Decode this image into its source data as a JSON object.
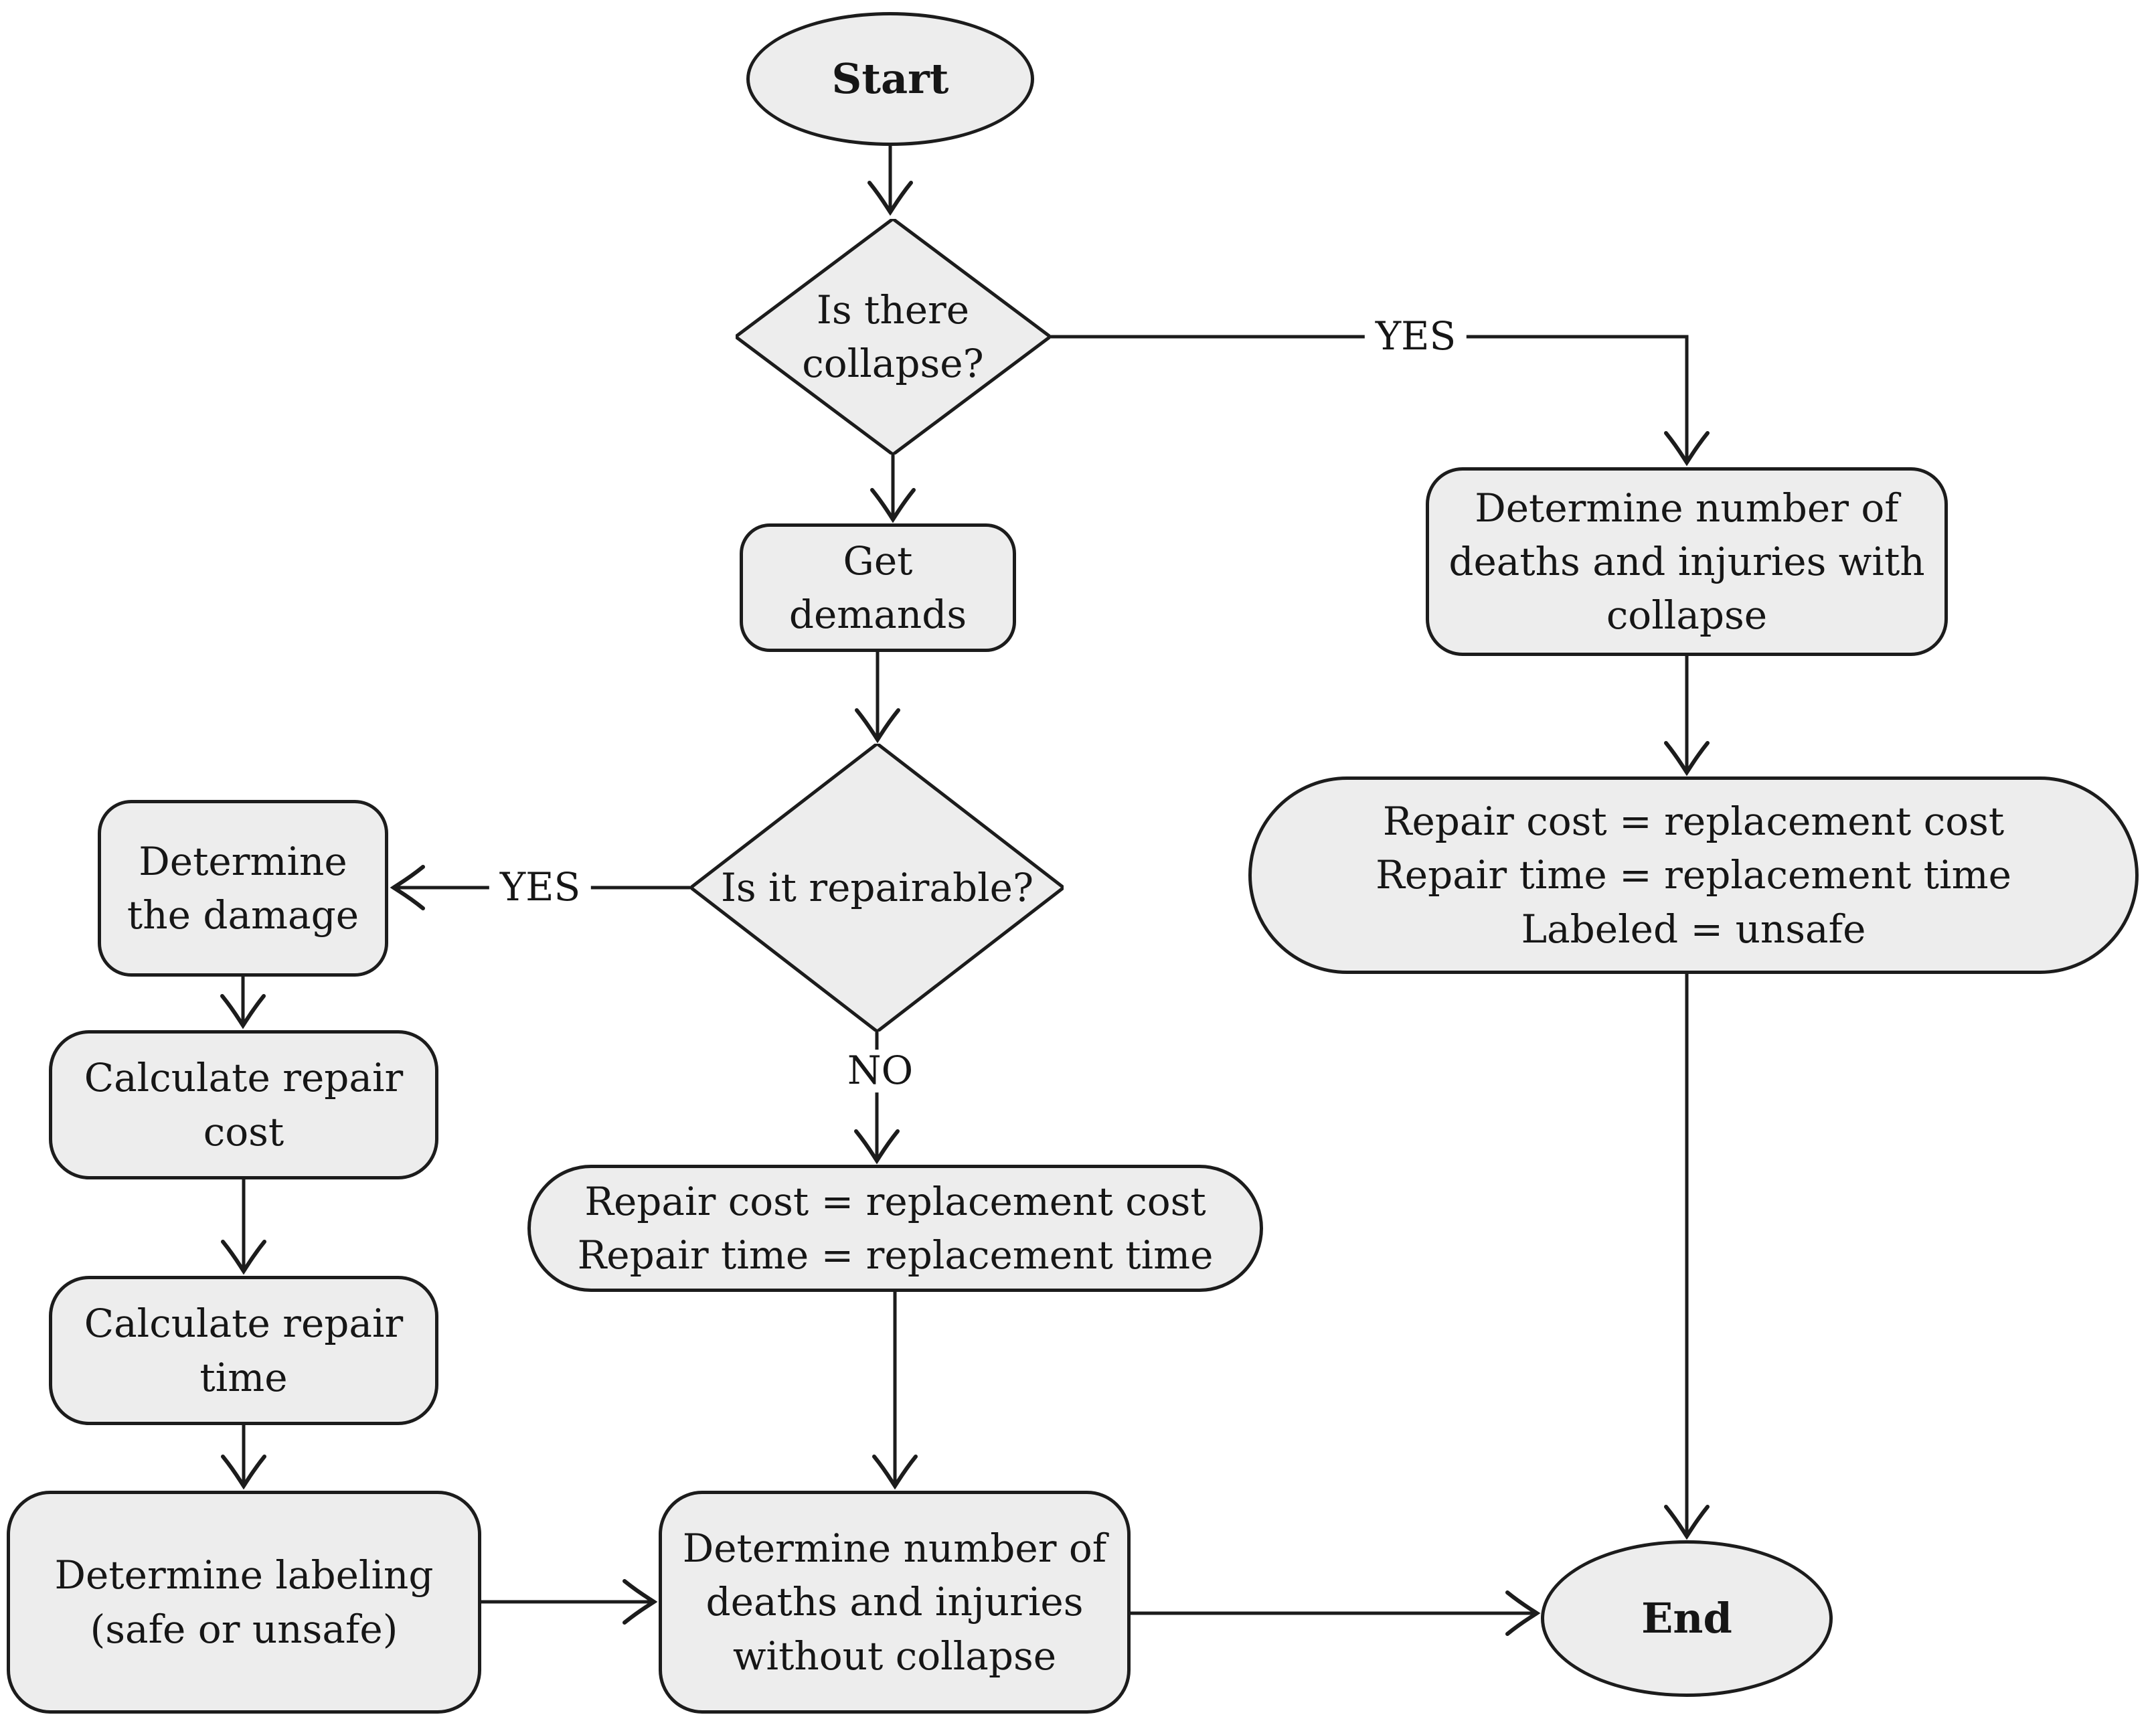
{
  "diagram": {
    "type": "flowchart",
    "colors": {
      "node_fill": "#ededed",
      "node_stroke": "#1c1c1c",
      "background": "#ffffff",
      "text": "#161616"
    },
    "nodes": [
      {
        "id": "start",
        "type": "terminator",
        "label": "Start"
      },
      {
        "id": "collapse-decision",
        "type": "decision",
        "label": "Is there\ncollapse?"
      },
      {
        "id": "deaths-with-collapse",
        "type": "process",
        "label": "Determine number of\ndeaths and injuries with\ncollapse"
      },
      {
        "id": "replacement-unsafe",
        "type": "process",
        "label": "Repair cost = replacement cost\nRepair time = replacement time\nLabeled = unsafe"
      },
      {
        "id": "get-demands",
        "type": "process",
        "label": "Get\ndemands"
      },
      {
        "id": "repairable-decision",
        "type": "decision",
        "label": "Is it repairable?"
      },
      {
        "id": "determine-damage",
        "type": "process",
        "label": "Determine\nthe damage"
      },
      {
        "id": "calculate-repair-cost",
        "type": "process",
        "label": "Calculate repair\ncost"
      },
      {
        "id": "calculate-repair-time",
        "type": "process",
        "label": "Calculate repair\ntime"
      },
      {
        "id": "determine-labeling",
        "type": "process",
        "label": "Determine labeling\n(safe or unsafe)"
      },
      {
        "id": "replacement",
        "type": "process",
        "label": "Repair cost = replacement cost\nRepair time = replacement time"
      },
      {
        "id": "deaths-without-collapse",
        "type": "process",
        "label": "Determine number of\ndeaths and injuries\nwithout collapse"
      },
      {
        "id": "end",
        "type": "terminator",
        "label": "End"
      }
    ],
    "edge_labels": {
      "yes_right": "YES",
      "yes_left": "YES",
      "no": "NO"
    }
  }
}
